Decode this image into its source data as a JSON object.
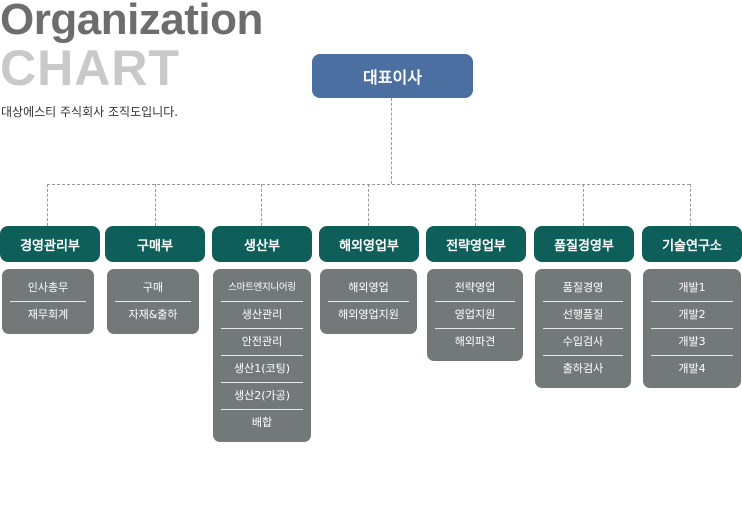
{
  "header": {
    "title_line1": "Organization",
    "title_line2": "CHART",
    "subtitle": "대상에스티 주식회사 조직도입니다."
  },
  "ceo": {
    "label": "대표이사"
  },
  "departments": [
    {
      "name": "경영관리부",
      "items": [
        "인사총무",
        "재무회계"
      ]
    },
    {
      "name": "구매부",
      "items": [
        "구매",
        "자재&출하"
      ]
    },
    {
      "name": "생산부",
      "items": [
        "스마트엔지니어링",
        "생산관리",
        "안전관리",
        "생산1(코팅)",
        "생산2(가공)",
        "배합"
      ]
    },
    {
      "name": "해외영업부",
      "items": [
        "해외영업",
        "해외영업지원"
      ]
    },
    {
      "name": "전략영업부",
      "items": [
        "전략영업",
        "영업지원",
        "해외파견"
      ]
    },
    {
      "name": "품질경영부",
      "items": [
        "품질경영",
        "선행품질",
        "수입검사",
        "출하검사"
      ]
    },
    {
      "name": "기술연구소",
      "items": [
        "개발1",
        "개발2",
        "개발3",
        "개발4"
      ]
    }
  ],
  "colors": {
    "ceo_box": "#4a6fa0",
    "department_box": "#0e5f5a",
    "sub_box": "#737979",
    "connector": "#9a9a9a"
  }
}
